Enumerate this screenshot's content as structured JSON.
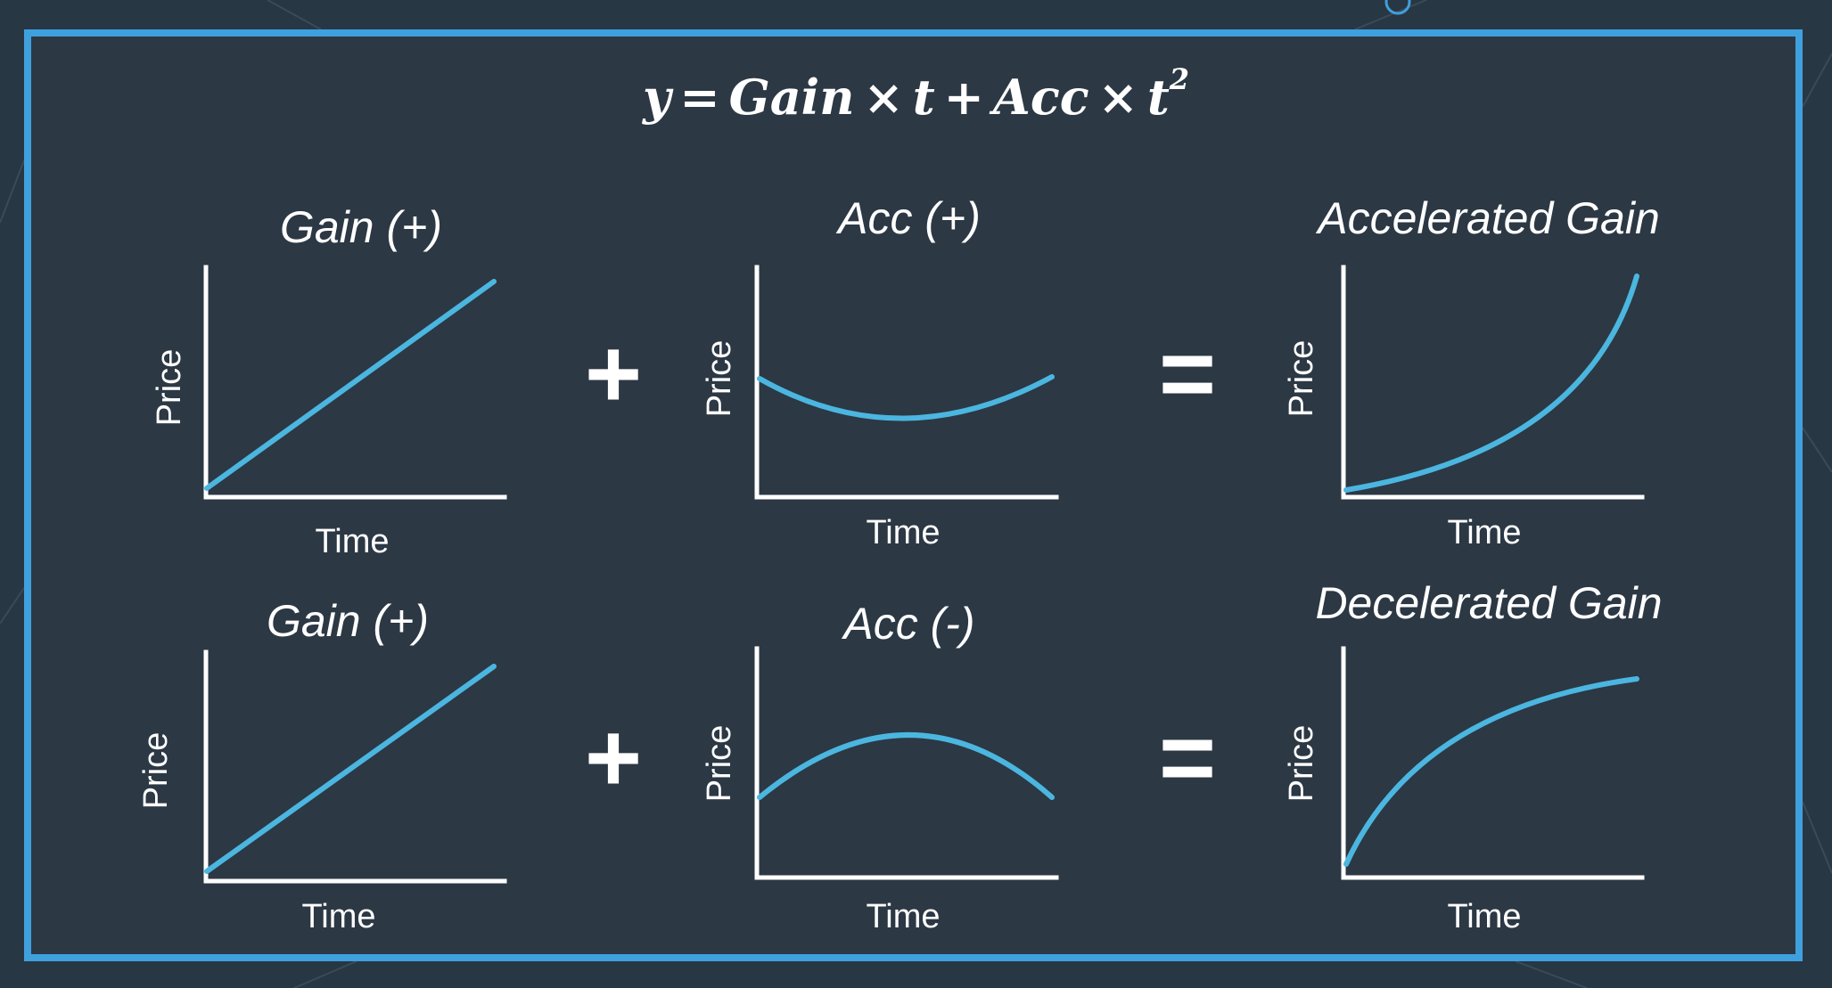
{
  "equation": {
    "lhs": "y",
    "equals": "=",
    "term1_coef": "Gain",
    "times1": "×",
    "term1_var": "t",
    "plus": "+",
    "term2_coef": "Acc",
    "times2": "×",
    "term2_var": "t",
    "term2_exp": "2"
  },
  "operators": {
    "plus": "+",
    "equals": "="
  },
  "axes": {
    "x_label": "Time",
    "y_label": "Price"
  },
  "rows": [
    {
      "gain_title": "Gain (+)",
      "acc_title": "Acc (+)",
      "result_title": "Accelerated Gain"
    },
    {
      "gain_title": "Gain (+)",
      "acc_title": "Acc (-)",
      "result_title": "Decelerated Gain"
    }
  ],
  "colors": {
    "curve": "#4bb6e0",
    "frame": "#3fa0de",
    "panel_bg": "#2c3844",
    "text": "#ffffff"
  }
}
